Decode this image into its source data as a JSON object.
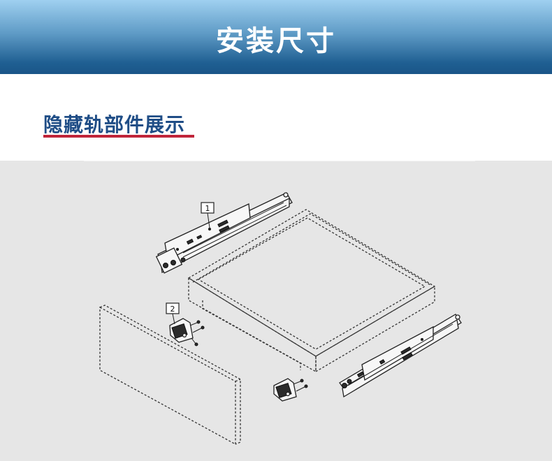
{
  "banner": {
    "title": "安装尺寸",
    "colors": [
      "#9fd0f0",
      "#1a5588"
    ]
  },
  "section": {
    "title": "隐藏轨部件展示",
    "title_color": "#1f4d86",
    "underline_color": "#c0243a"
  },
  "diagram": {
    "background": "#e6e6e6",
    "callouts": [
      {
        "label": "1",
        "part": "rail"
      },
      {
        "label": "2",
        "part": "front-fixing-bracket"
      }
    ]
  }
}
